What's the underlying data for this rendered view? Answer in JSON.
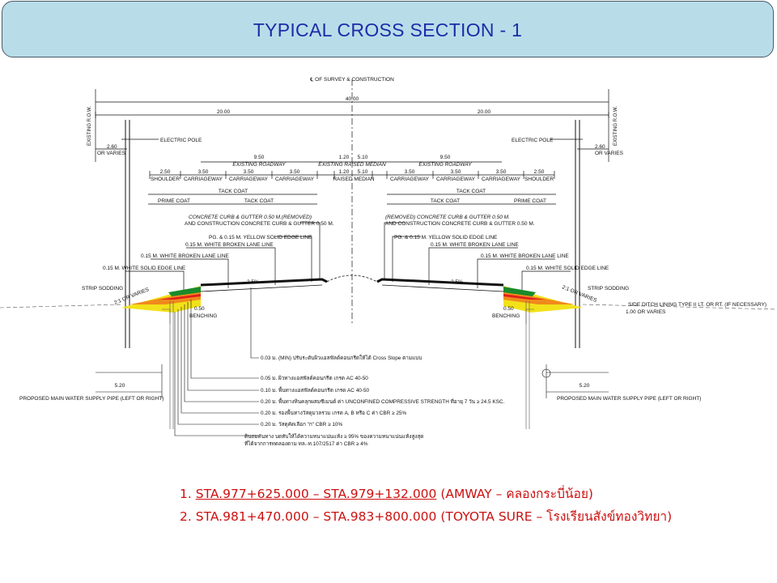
{
  "slide": {
    "title": "TYPICAL CROSS SECTION - 1"
  },
  "drawing": {
    "centerline": "℄ OF SURVEY & CONSTRUCTION",
    "row_left": "EXISTING R.O.W.",
    "row_right": "EXISTING R.O.W.",
    "total_width": "40.00",
    "half_left": "20.00",
    "half_right": "20.00",
    "electric_pole_left": "ELECTRIC POLE",
    "electric_pole_right": "ELECTRIC POLE",
    "pole_offset_left": [
      "2.60",
      "OR VARIES"
    ],
    "pole_offset_right": [
      "2.60",
      "OR VARIES"
    ],
    "existing_top": {
      "left_dim": "9.50",
      "left_label": "EXISTING ROADWAY",
      "median_dims": [
        "1.20",
        "5.10"
      ],
      "median_label": "EXISTING RAISED MEDIAN",
      "right_dim": "9.50",
      "right_label": "EXISTING ROADWAY"
    },
    "lanes": [
      {
        "dim": "2.50",
        "label": "SHOULDER"
      },
      {
        "dim": "3.50",
        "label": "CARRIAGEWAY"
      },
      {
        "dim": "3.50",
        "label": "CARRIAGEWAY"
      },
      {
        "dim": "3.50",
        "label": "CARRIAGEWAY"
      },
      {
        "dim": "1.20",
        "label": "RAISED MEDIAN"
      },
      {
        "dim": "5.10",
        "label": ""
      },
      {
        "dim": "3.50",
        "label": "CARRIAGEWAY"
      },
      {
        "dim": "3.50",
        "label": "CARRIAGEWAY"
      },
      {
        "dim": "3.50",
        "label": "CARRIAGEWAY"
      },
      {
        "dim": "2.50",
        "label": "SHOULDER"
      }
    ],
    "tack_coat_top_left": "TACK COAT",
    "tack_coat_top_right": "TACK COAT",
    "prime_coat_left": "PRIME COAT",
    "tack_coat_left": "TACK COAT",
    "tack_coat_right": "TACK COAT",
    "prime_coat_right": "PRIME COAT",
    "curb_left": [
      "CONCRETE CURB & GUTTER 0.50 M.(REMOVED)",
      "AND CONSTRUCTION CONCRETE CURB & GUTTER 0.50 M."
    ],
    "curb_right": [
      "(REMOVED) CONCRETE CURB & GUTTER 0.50 M.",
      "AND CONSTRUCTION CONCRETE CURB & GUTTER 0.50 M."
    ],
    "yellow_line_left": "PG. & 0.15 M. YELLOW SOLID EDGE LINE",
    "yellow_line_right": "PG. & 0.15 M. YELLOW SOLID EDGE LINE",
    "white_broken_1_left": "0.15 M. WHITE BROKEN LANE LINE",
    "white_broken_1_right": "0.15 M. WHITE BROKEN LANE LINE",
    "white_broken_2_left": "0.15 M. WHITE BROKEN LANE LINE",
    "white_broken_2_right": "0.15 M. WHITE BROKEN LANE LINE",
    "white_solid_left": "0.15 M. WHITE SOLID EDGE LINE",
    "white_solid_right": "0.15 M. WHITE SOLID EDGE LINE",
    "strip_sodding_left": "STRIP SODDING",
    "strip_sodding_right": "STRIP SODDING",
    "slope_left": "2:1 OR VARIES",
    "slope_right": "2:1 OR VARIES",
    "cross_slope_left": "2.5%",
    "cross_slope_right": "2.5%",
    "benching_left": [
      "0.50",
      "BENCHING"
    ],
    "benching_right": [
      "0.50",
      "BENCHING"
    ],
    "side_ditch": [
      "SIDE DITCH LINING TYPE II LT. OR RT. (IF NECESSARY)",
      "1.00 OR VARIES"
    ],
    "layers": [
      "0.03 ม. (MIN) ปรับระดับผิวแอสฟัลต์คอนกรีตให้ได้ Cross Slope ตามแบบ",
      "0.05 ม. ผิวทางแอสฟัลต์คอนกรีต เกรด AC 40-50",
      "0.10 ม. พื้นทางแอสฟัลต์คอนกรีต เกรด AC 40-50",
      "0.20 ม. พื้นทางหินคลุกผสมซีเมนต์ ค่า UNCONFINED COMPRESSIVE STRENGTH ที่อายุ 7 วัน ≥ 24.5 KSC.",
      "0.20 ม. รองพื้นทางวัสดุมวลรวม เกรด A, B หรือ C ค่า CBR ≥ 25%",
      "0.20 ม. วัสดุคัดเลือก \"ก\" CBR ≥ 10%",
      "ดินถมคันทาง บดทับให้ได้ความหนาแน่นแห้ง ≥ 95% ของความหนาแน่นแห้งสูงสุด",
      "ที่ได้จากการทดลองตาม ทล.-ท.107/2517 ค่า CBR ≥ 4%"
    ],
    "water_pipe_left": "PROPOSED MAIN WATER SUPPLY PIPE (LEFT OR RIGHT)",
    "water_pipe_right": "PROPOSED MAIN WATER SUPPLY PIPE (LEFT OR RIGHT)",
    "water_pipe_dim_left": "5.20",
    "water_pipe_dim_right": "5.20"
  },
  "stations": [
    {
      "num": "1.",
      "range": "STA.977+625.000 – STA.979+132.000",
      "desc": " (AMWAY – คลองกระบี่น้อย)"
    },
    {
      "num": "2.",
      "range": "STA.981+470.000 – STA.983+800.000",
      "desc": " (TOYOTA SURE – โรงเรียนสังข์ทองวิทยา)"
    }
  ],
  "colors": {
    "title_bg": "#b8dde9",
    "title_text": "#1f2ba8",
    "station_text": "#cc1111",
    "layer_green": "#1b8a2a",
    "layer_red": "#e0201c",
    "layer_orange": "#f08a1c",
    "layer_yellow": "#f2e21a"
  }
}
